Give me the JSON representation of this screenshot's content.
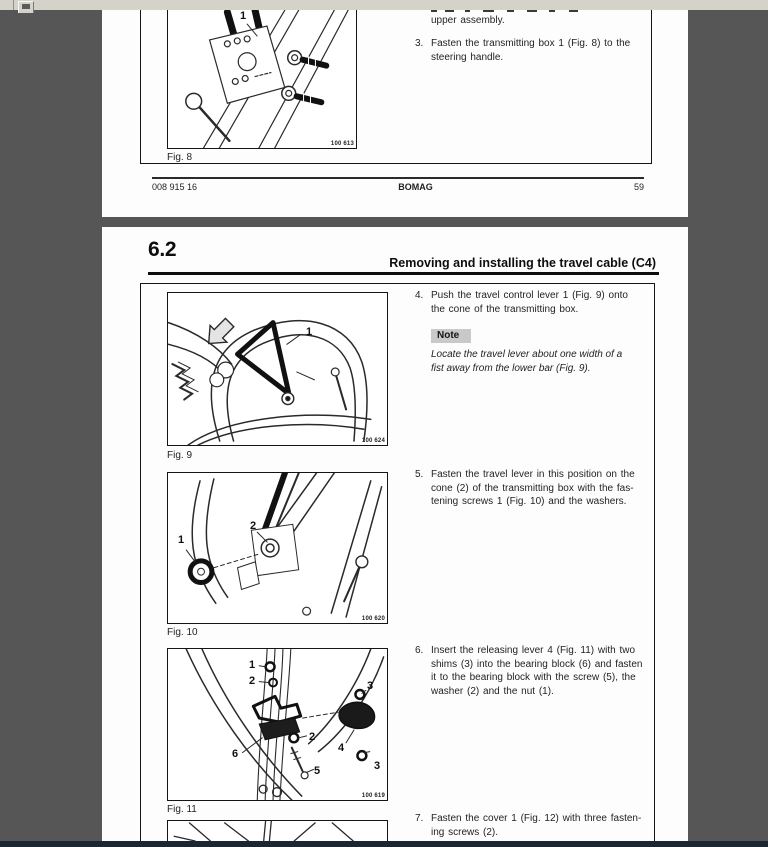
{
  "colors": {
    "canvas_bg": "#565656",
    "toolbar_bg": "#d5d2ca",
    "page_bg": "#fdfdfd",
    "bottom_bar": "#1c2630",
    "note_badge_bg": "#c9c9c9",
    "ink": "#1f1f1f"
  },
  "page1": {
    "continuation_line": "upper assembly.",
    "items": [
      {
        "num": "3.",
        "lines": [
          "Fasten the transmitting box 1 (Fig. 8) to the",
          "steering handle."
        ]
      }
    ],
    "figure": {
      "caption": "Fig. 8",
      "photo_ref": "100 613",
      "callouts": [
        "1"
      ]
    },
    "footer": {
      "doc_number": "008 915 16",
      "brand": "BOMAG",
      "page_number": "59"
    }
  },
  "page2": {
    "section_number": "6.2",
    "section_title": "Removing and installing the travel cable (C4)",
    "note": {
      "label": "Note",
      "lines": [
        "Locate the travel lever about one width of a",
        "fist away from the lower bar (Fig. 9)."
      ]
    },
    "items": [
      {
        "num": "4.",
        "lines": [
          "Push the travel control lever 1 (Fig. 9) onto",
          "the cone of the transmitting box."
        ]
      },
      {
        "num": "5.",
        "lines": [
          "Fasten the travel lever in this position on the",
          "cone (2) of the transmitting box with the fas-",
          "tening screws 1 (Fig. 10) and the washers."
        ]
      },
      {
        "num": "6.",
        "lines": [
          "Insert the releasing lever 4 (Fig. 11) with two",
          "shims (3) into the bearing block (6) and fasten",
          "it to the bearing block with the screw (5), the",
          "washer (2) and the nut (1)."
        ]
      },
      {
        "num": "7.",
        "lines": [
          "Fasten the cover 1 (Fig. 12) with three fasten-",
          "ing screws (2)."
        ]
      }
    ],
    "figures": [
      {
        "caption": "Fig. 9",
        "photo_ref": "100 624",
        "callouts": [
          "1"
        ]
      },
      {
        "caption": "Fig. 10",
        "photo_ref": "100 620",
        "callouts": [
          "1",
          "2"
        ]
      },
      {
        "caption": "Fig. 11",
        "photo_ref": "100 619",
        "callouts": [
          "1",
          "2",
          "6",
          "2",
          "5",
          "3",
          "4",
          "3"
        ]
      }
    ]
  }
}
